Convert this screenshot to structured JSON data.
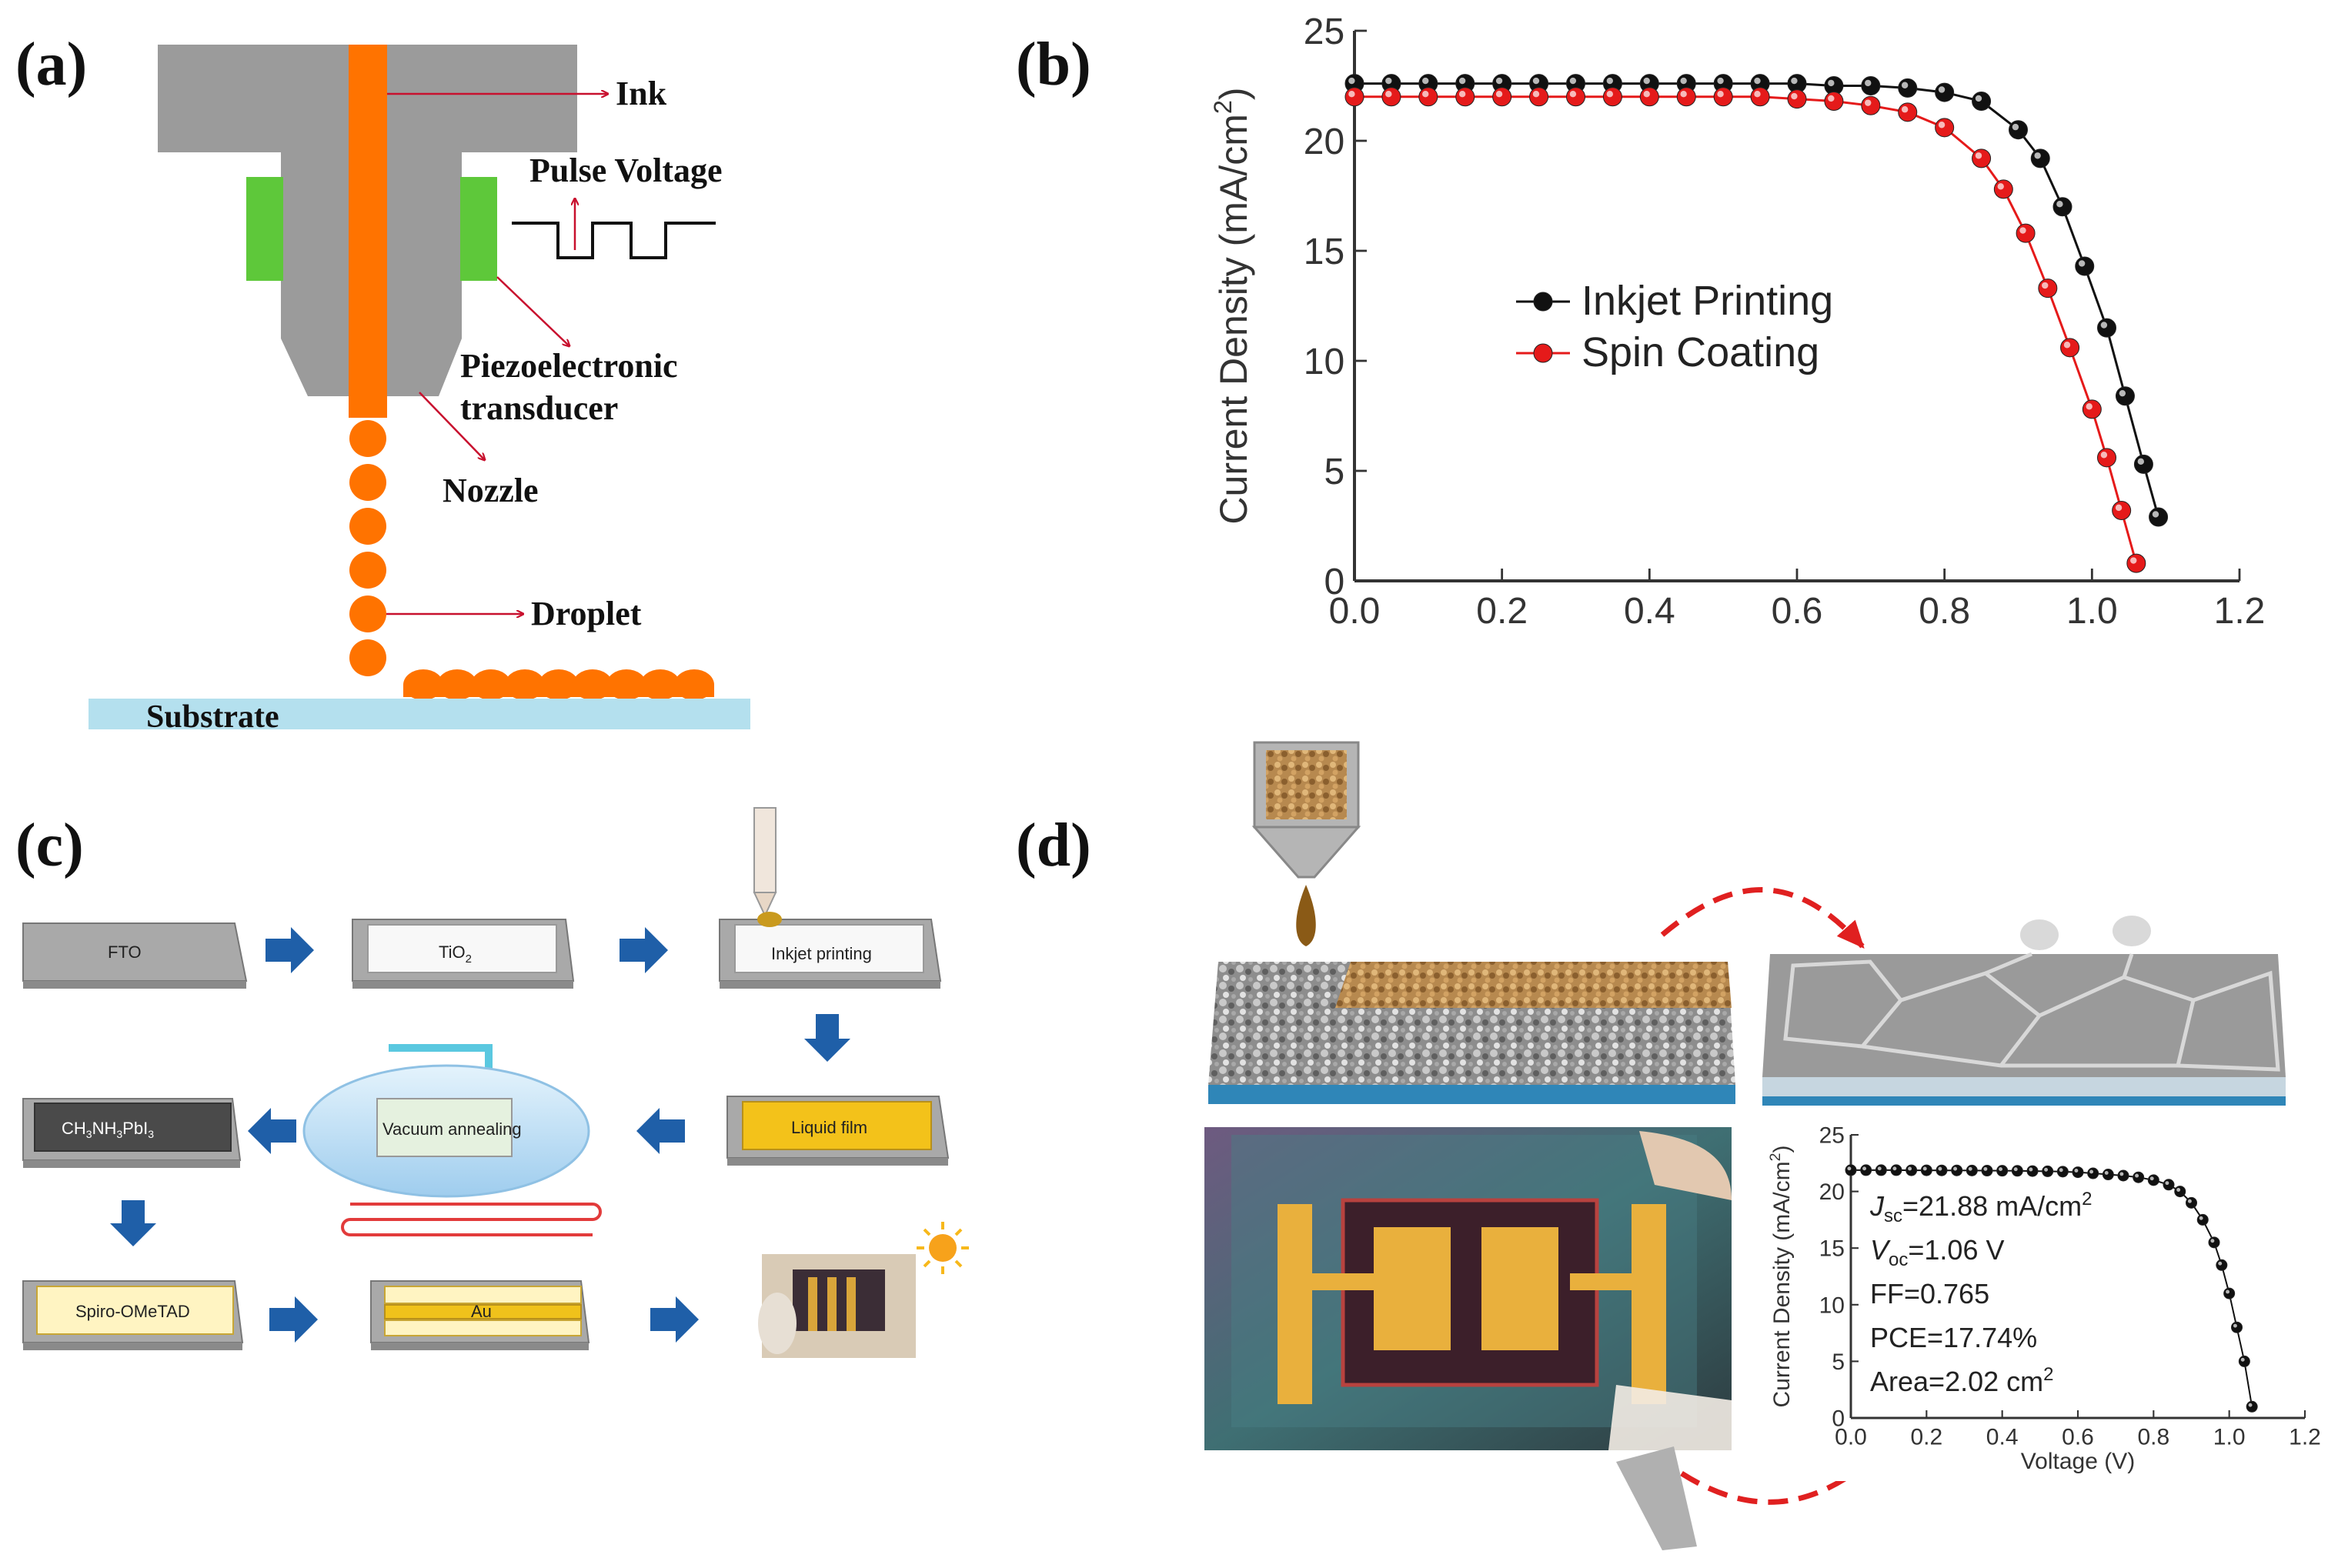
{
  "panels": {
    "a": {
      "label": "(a)",
      "ink": "Ink",
      "pulse": "Pulse Voltage",
      "piezo_line1": "Piezoelectronic",
      "piezo_line2": "transducer",
      "nozzle": "Nozzle",
      "droplet": "Droplet",
      "substrate": "Substrate"
    },
    "b": {
      "label": "(b)"
    },
    "c": {
      "label": "(c)",
      "steps": {
        "fto": "FTO",
        "tio2": "TiO",
        "tio2_sub": "2",
        "inkjet": "Inkjet printing",
        "liquid": "Liquid film",
        "vacuum": "Vacuum annealing",
        "perov_a": "CH",
        "perov_b": "NH",
        "perov_c": "PbI",
        "perov_sub1": "3",
        "perov_sub2": "3",
        "perov_sub3": "3",
        "spiro": "Spiro-OMeTAD",
        "au": "Au"
      }
    },
    "d": {
      "label": "(d)",
      "stats": {
        "jsc_sym": "J",
        "jsc_sub": "sc",
        "jsc_val": "=21.88 mA/cm",
        "jsc_sup": "2",
        "voc_sym": "V",
        "voc_sub": "oc",
        "voc_val": "=1.06 V",
        "ff": "FF=0.765",
        "pce": "PCE=17.74%",
        "area": "Area=2.02 cm",
        "area_sup": "2"
      }
    }
  },
  "colors": {
    "ink": "#ff7300",
    "nozzle": "#9b9b9b",
    "piezo": "#5ec83a",
    "substrate": "#b4e0ee",
    "arrow_red": "#c8102e",
    "flow_arrow": "#1f5fa8",
    "inkjet_series": "#111111",
    "spin_series": "#e51a1a",
    "liquid_film": "#f3c21a",
    "dish": "#bfe1f7"
  },
  "chart_data": [
    {
      "type": "line",
      "panel": "b",
      "title": "",
      "xlabel": "",
      "ylabel": "Current Density (mA/cm",
      "ylabel_sup": "2",
      "ylabel_close": ")",
      "xlim": [
        0,
        1.2
      ],
      "ylim": [
        0,
        25
      ],
      "xticks": [
        0.0,
        0.2,
        0.4,
        0.6,
        0.8,
        1.0,
        1.2
      ],
      "yticks": [
        0,
        5,
        10,
        15,
        20,
        25
      ],
      "xtick_labels": [
        "0.0",
        "0.2",
        "0.4",
        "0.6",
        "0.8",
        "1.0",
        "1.2"
      ],
      "ytick_labels": [
        "0",
        "5",
        "10",
        "15",
        "20",
        "25"
      ],
      "grid": false,
      "legend_position": "center",
      "series": [
        {
          "name": "Inkjet Printing",
          "color": "#111111",
          "x": [
            0,
            0.05,
            0.1,
            0.15,
            0.2,
            0.25,
            0.3,
            0.35,
            0.4,
            0.45,
            0.5,
            0.55,
            0.6,
            0.65,
            0.7,
            0.75,
            0.8,
            0.85,
            0.9,
            0.93,
            0.96,
            0.99,
            1.02,
            1.045,
            1.07,
            1.09
          ],
          "y": [
            22.6,
            22.6,
            22.6,
            22.6,
            22.6,
            22.6,
            22.6,
            22.6,
            22.6,
            22.6,
            22.6,
            22.6,
            22.6,
            22.5,
            22.5,
            22.4,
            22.2,
            21.8,
            20.5,
            19.2,
            17.0,
            14.3,
            11.5,
            8.4,
            5.3,
            2.9
          ]
        },
        {
          "name": "Spin Coating",
          "color": "#e51a1a",
          "x": [
            0,
            0.05,
            0.1,
            0.15,
            0.2,
            0.25,
            0.3,
            0.35,
            0.4,
            0.45,
            0.5,
            0.55,
            0.6,
            0.65,
            0.7,
            0.75,
            0.8,
            0.85,
            0.88,
            0.91,
            0.94,
            0.97,
            1.0,
            1.02,
            1.04,
            1.06
          ],
          "y": [
            22.0,
            22.0,
            22.0,
            22.0,
            22.0,
            22.0,
            22.0,
            22.0,
            22.0,
            22.0,
            22.0,
            22.0,
            21.9,
            21.8,
            21.6,
            21.3,
            20.6,
            19.2,
            17.8,
            15.8,
            13.3,
            10.6,
            7.8,
            5.6,
            3.2,
            0.8
          ]
        }
      ]
    },
    {
      "type": "line",
      "panel": "d",
      "title": "",
      "xlabel": "Voltage (V)",
      "ylabel": "Current Density (mA/cm",
      "ylabel_sup": "2",
      "ylabel_close": ")",
      "xlim": [
        0,
        1.2
      ],
      "ylim": [
        0,
        25
      ],
      "xticks": [
        0.0,
        0.2,
        0.4,
        0.6,
        0.8,
        1.0,
        1.2
      ],
      "yticks": [
        0,
        5,
        10,
        15,
        20,
        25
      ],
      "xtick_labels": [
        "0.0",
        "0.2",
        "0.4",
        "0.6",
        "0.8",
        "1.0",
        "1.2"
      ],
      "ytick_labels": [
        "0",
        "5",
        "10",
        "15",
        "20",
        "25"
      ],
      "grid": false,
      "series": [
        {
          "color": "#111111",
          "x": [
            0,
            0.04,
            0.08,
            0.12,
            0.16,
            0.2,
            0.24,
            0.28,
            0.32,
            0.36,
            0.4,
            0.44,
            0.48,
            0.52,
            0.56,
            0.6,
            0.64,
            0.68,
            0.72,
            0.76,
            0.8,
            0.84,
            0.87,
            0.9,
            0.93,
            0.96,
            0.98,
            1.0,
            1.02,
            1.04,
            1.06
          ],
          "y": [
            21.88,
            21.88,
            21.88,
            21.88,
            21.87,
            21.87,
            21.86,
            21.86,
            21.85,
            21.84,
            21.83,
            21.82,
            21.8,
            21.78,
            21.75,
            21.7,
            21.6,
            21.5,
            21.4,
            21.25,
            21.0,
            20.6,
            20.0,
            19.0,
            17.5,
            15.5,
            13.5,
            11.0,
            8.0,
            5.0,
            1.0
          ]
        }
      ]
    }
  ]
}
